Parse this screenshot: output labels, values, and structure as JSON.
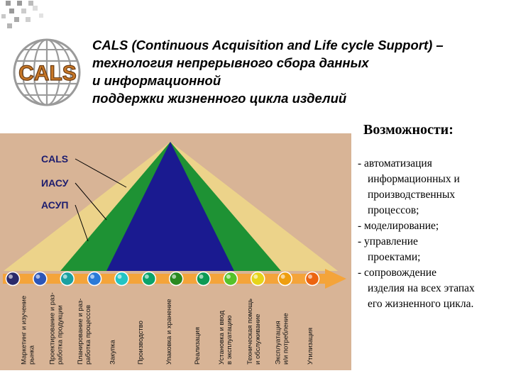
{
  "title_lines": [
    "CALS (Continuous Acquisition and Life cycle Support) –",
    "технология непрерывного сбора данных",
    "и информационной",
    "поддержки жизненного цикла изделий"
  ],
  "logo_text": "CALS",
  "capabilities": {
    "heading": "Возможности:",
    "lines": [
      {
        "text": "-  автоматизация",
        "indent": false
      },
      {
        "text": "информационных и",
        "indent": true
      },
      {
        "text": "производственных",
        "indent": true
      },
      {
        "text": "процессов;",
        "indent": true
      },
      {
        "text": "- моделирование;",
        "indent": false
      },
      {
        "text": "- управление",
        "indent": false
      },
      {
        "text": "проектами;",
        "indent": true
      },
      {
        "text": "- сопровождение",
        "indent": false
      },
      {
        "text": "изделия на всех этапах",
        "indent": true
      },
      {
        "text": "его жизненного цикла.",
        "indent": true
      }
    ]
  },
  "diagram": {
    "labels": [
      "CALS",
      "ИАСУ",
      "АСУП"
    ],
    "stage_colors": [
      "#2a2a6a",
      "#2c56b8",
      "#1aa0a0",
      "#2a7ad8",
      "#22c4c4",
      "#0aa36a",
      "#2a8a20",
      "#0c9a54",
      "#54c22a",
      "#e6d41a",
      "#ee9e10",
      "#ec6410"
    ],
    "stages": [
      [
        "Маркетинг и изучение",
        "рынка"
      ],
      [
        "Проектирование и раз-",
        "работка продукции"
      ],
      [
        "Планирование и раз-",
        "работка процессов"
      ],
      [
        "Закупка"
      ],
      [
        "Производство"
      ],
      [
        "Упаковка и хранение"
      ],
      [
        "Реализация"
      ],
      [
        "Установка и ввод",
        "в эксплуатацию"
      ],
      [
        "Техническая помощь",
        "и обслуживание"
      ],
      [
        "Эксплуатация",
        "и/и потребление"
      ],
      [
        "Утилизация"
      ]
    ]
  },
  "colors": {
    "background_panel": "#d8b496",
    "outer_layer": "#ecd38a",
    "middle_layer": "#1e9234",
    "inner_layer": "#1a1a90",
    "arrow": "#f4a43a"
  }
}
